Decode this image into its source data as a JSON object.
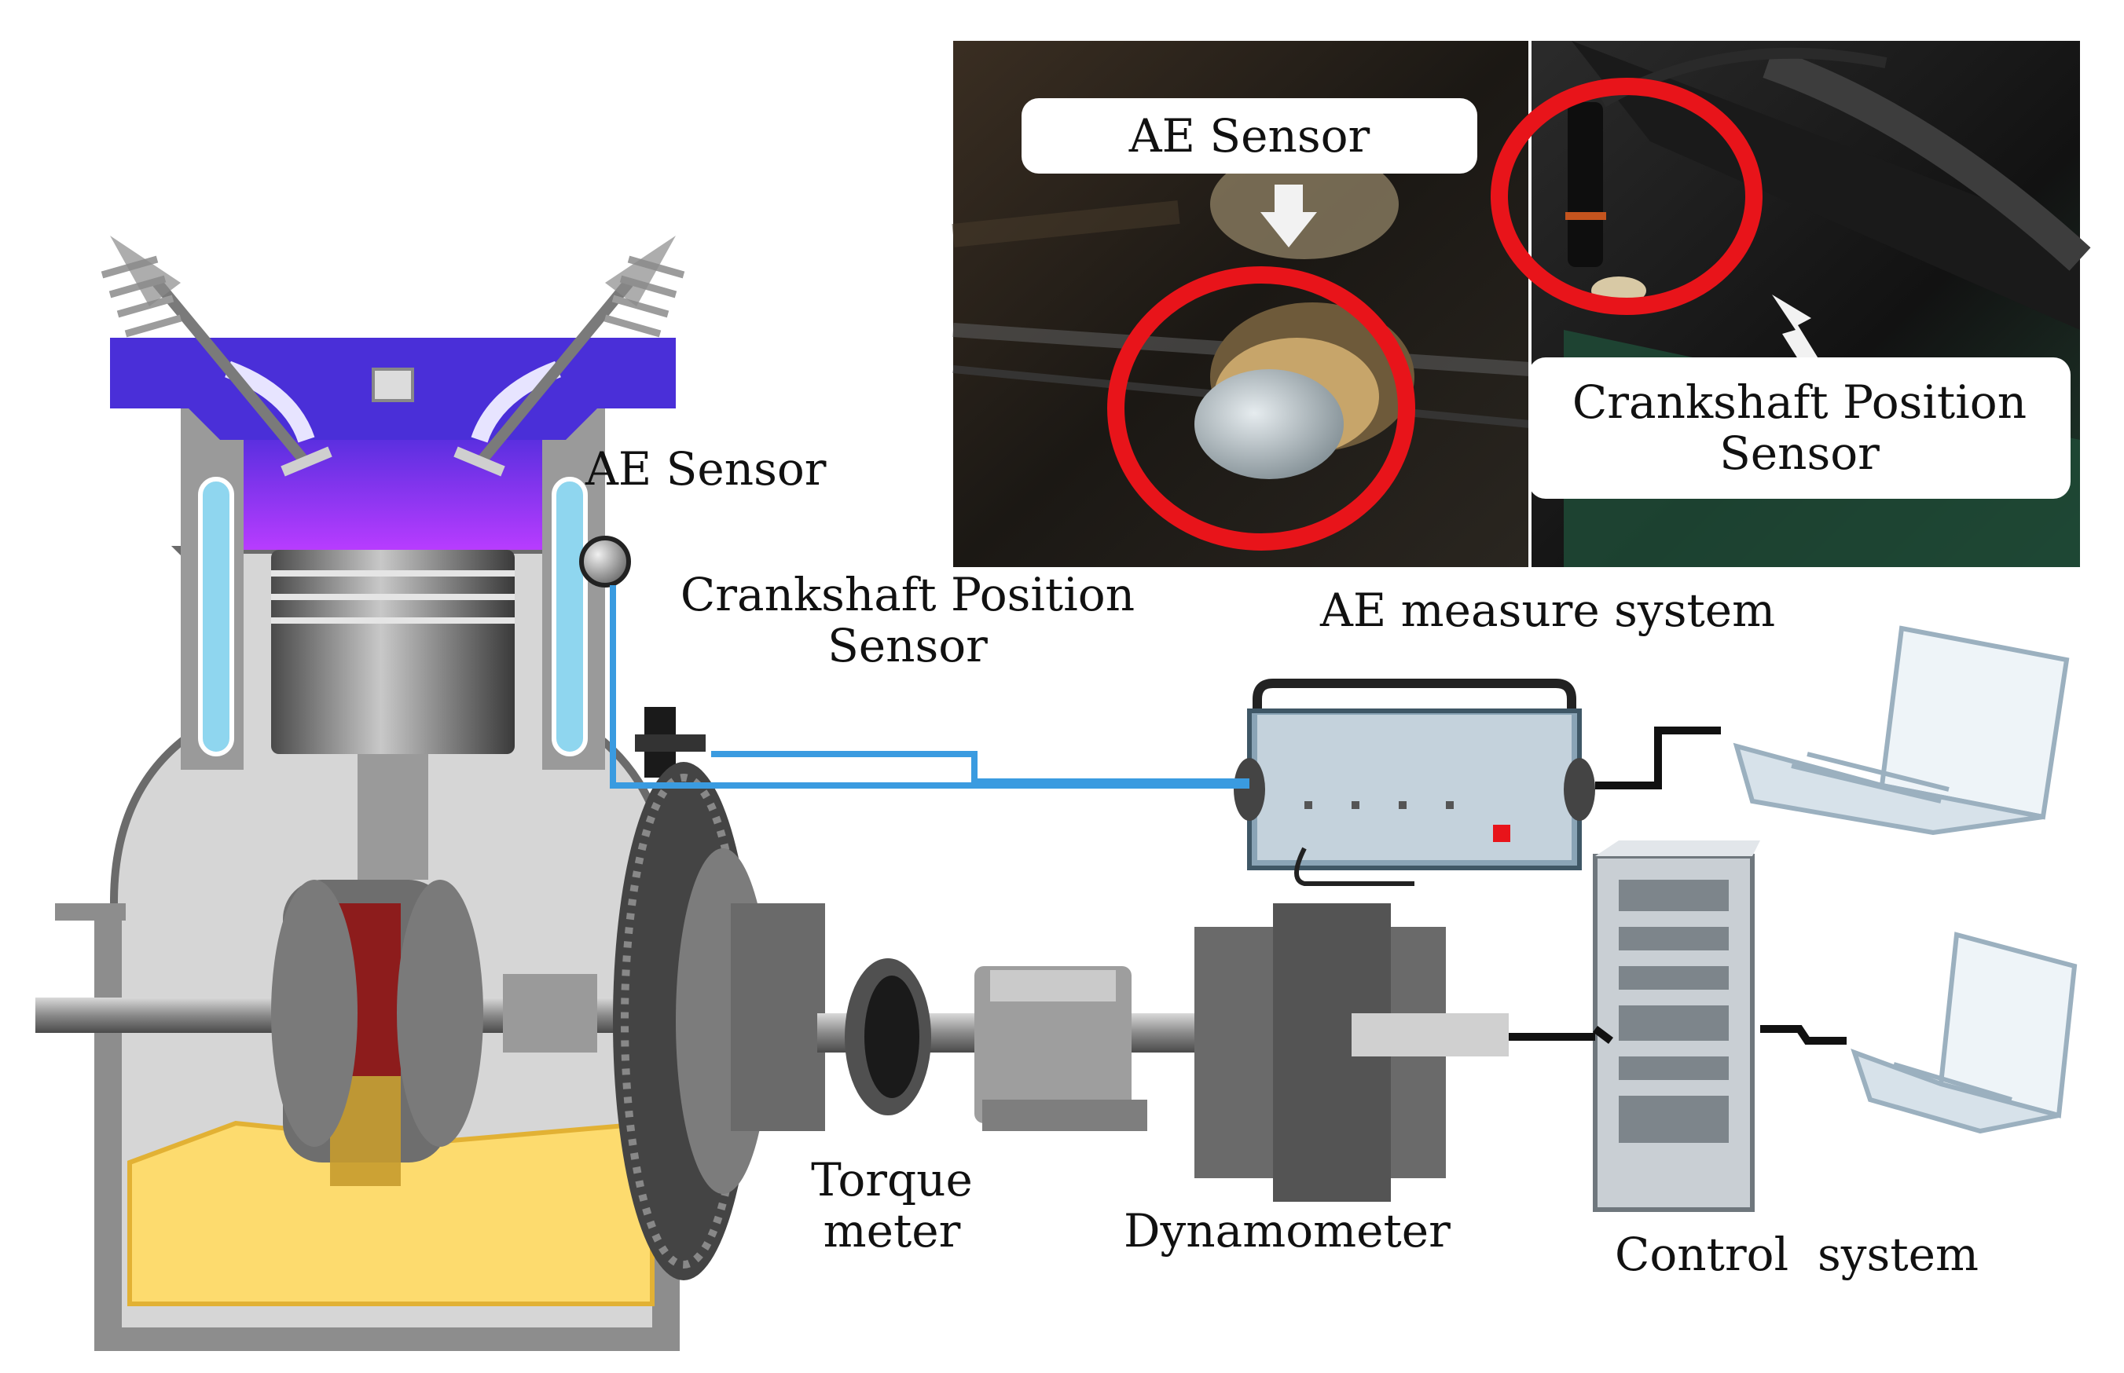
{
  "labels": {
    "ae_sensor_engine": "AE Sensor",
    "crankshaft_sensor_engine_line1": "Crankshaft Position",
    "crankshaft_sensor_engine_line2": "Sensor",
    "ae_measure_system": "AE measure system",
    "torque_meter_line1": "Torque",
    "torque_meter_line2": "meter",
    "dynamometer": "Dynamometer",
    "control_system": "Control  system"
  },
  "photo": {
    "ae_sensor_label": "AE Sensor",
    "crankshaft_label_line1": "Crankshaft Position",
    "crankshaft_label_line2": "Sensor"
  },
  "colors": {
    "cylinder_head": "#4a2fd8",
    "combustion_gradient_end": "#b035ff",
    "coolant": "#8fd6ef",
    "oil": "#fddb6e",
    "signal_wire": "#3a9be0",
    "highlight_circle": "#e8141a"
  }
}
